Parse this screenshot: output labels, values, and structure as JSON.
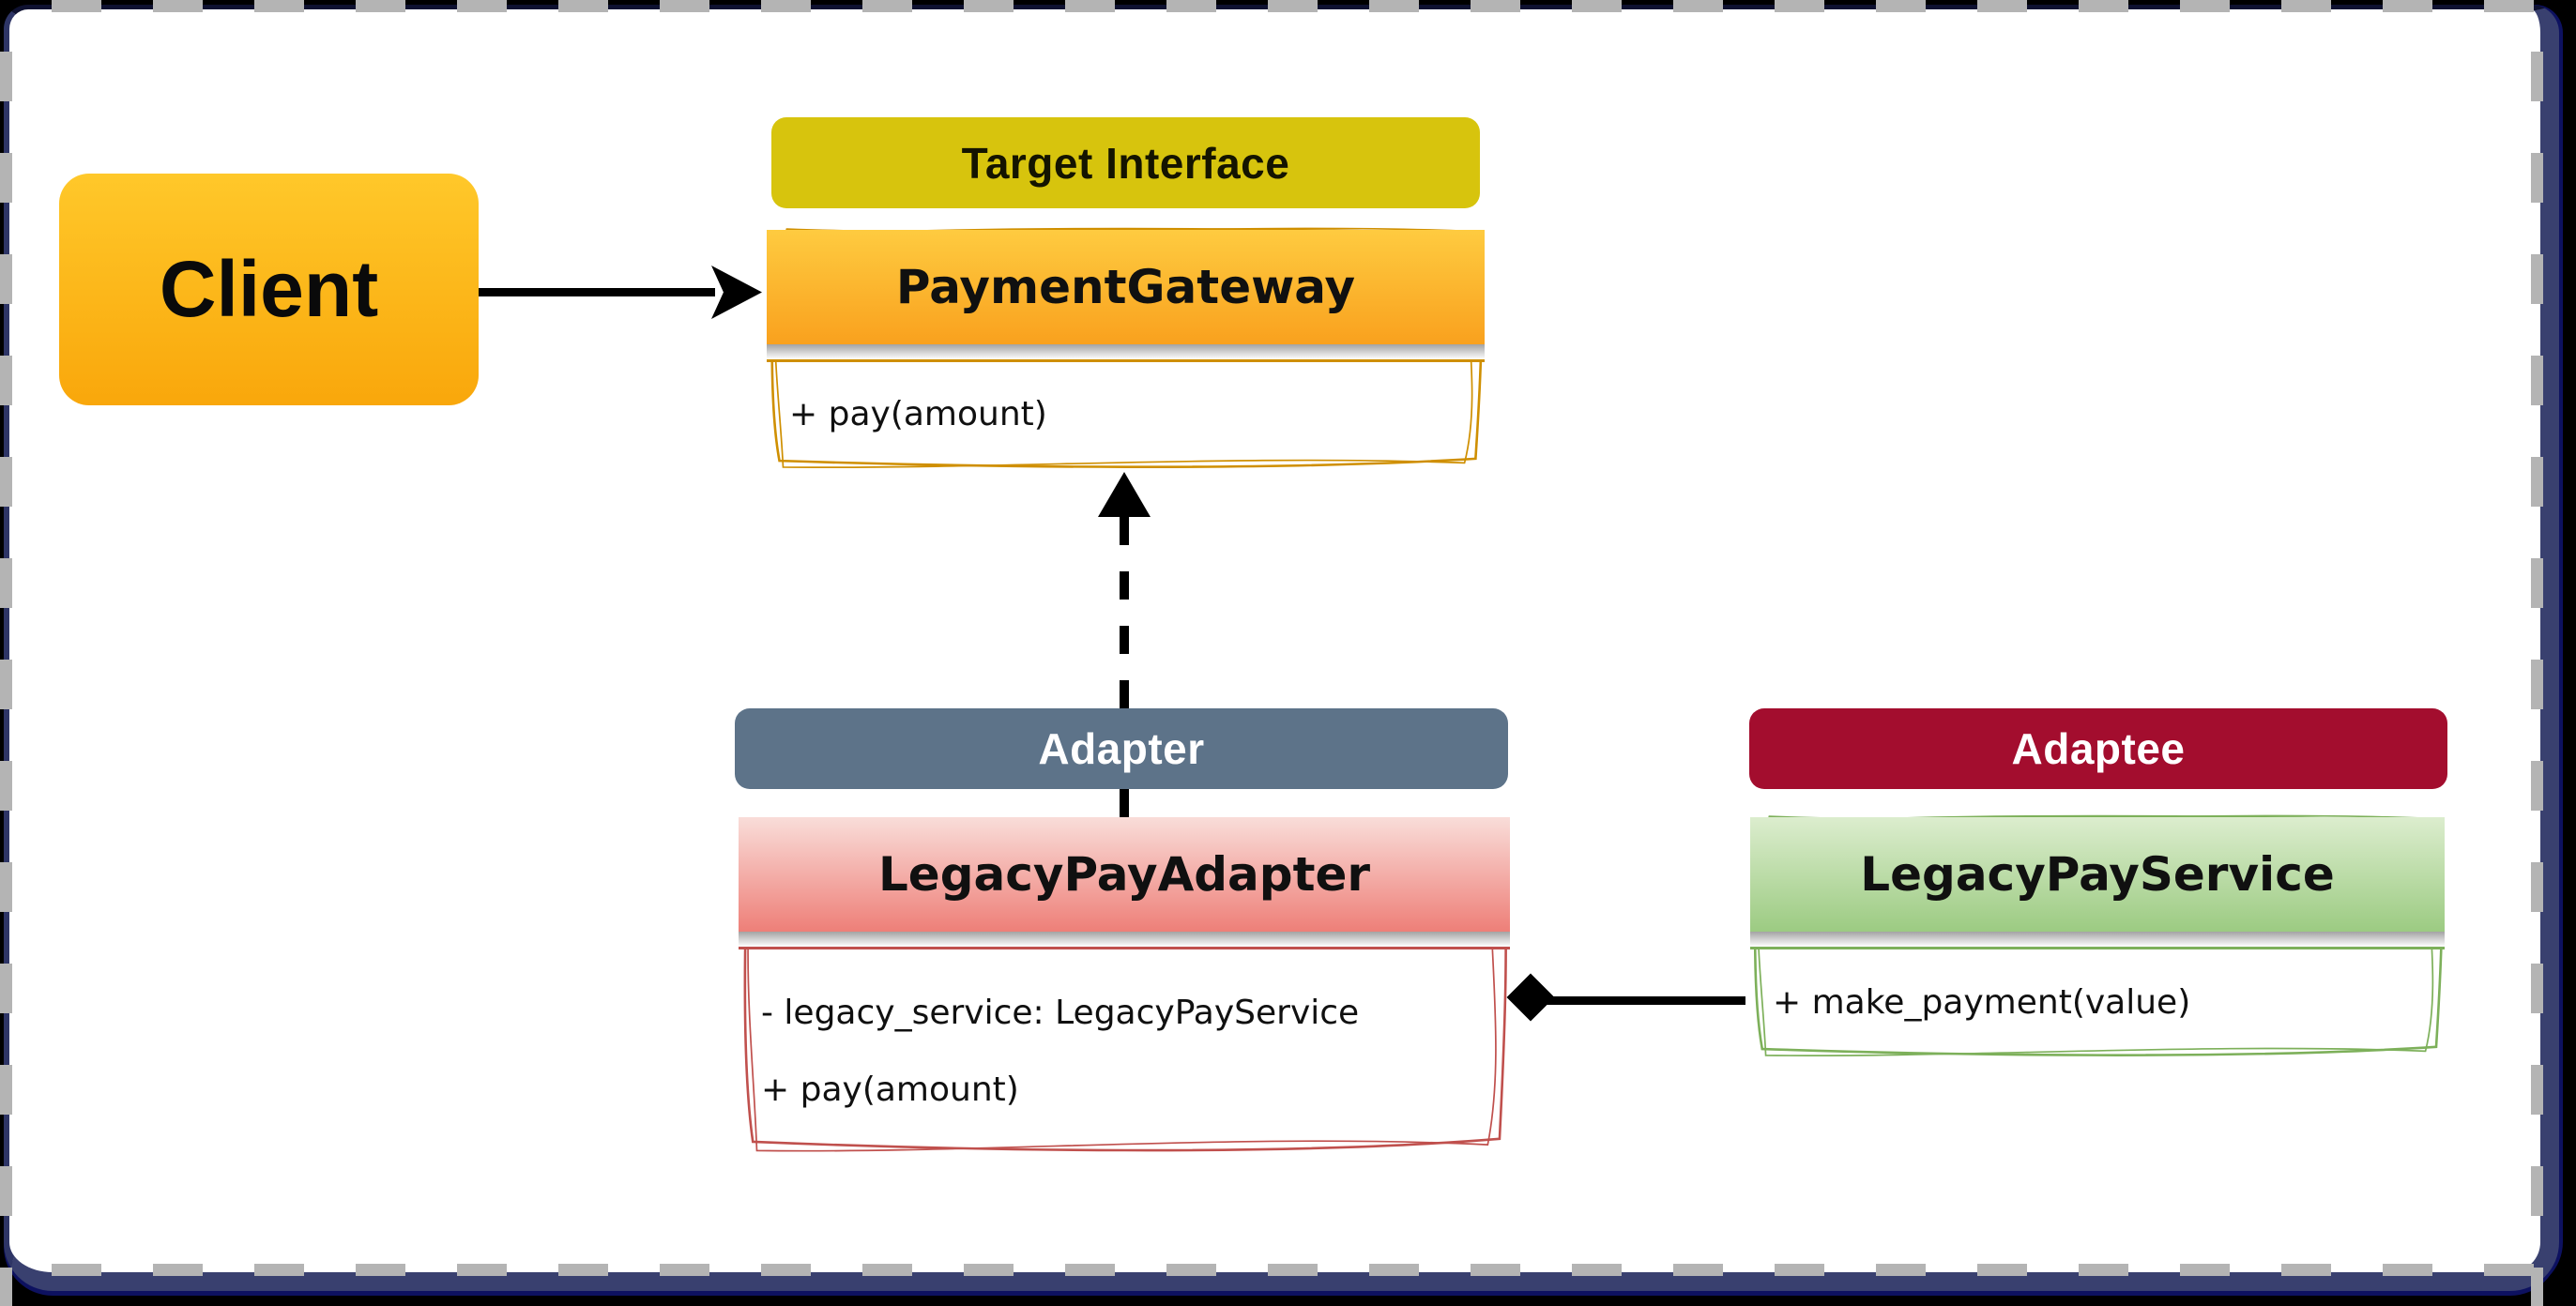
{
  "frame": {
    "outer_background": "#000000",
    "border_color": "#39406F",
    "canvas_color": "#FFFFFF",
    "checker_dash_color": "#B4B4B4"
  },
  "client_node": {
    "label": "Client",
    "fill_top": "#FFC82A",
    "fill_bottom": "#F9A70B"
  },
  "role_labels": {
    "target_interface": {
      "text": "Target Interface",
      "fill": "#D7C40D",
      "text_color": "#141400"
    },
    "adapter": {
      "text": "Adapter",
      "fill": "#5D7389",
      "text_color": "#FFFFFF"
    },
    "adaptee": {
      "text": "Adaptee",
      "fill": "#A30D2E",
      "text_color": "#FFFFFF"
    }
  },
  "classes": {
    "payment_gateway": {
      "name": "PaymentGateway",
      "members": [
        "+ pay(amount)"
      ],
      "border_color": "#CF8F00",
      "header_top": "#FECB40",
      "header_bottom": "#F9A11E"
    },
    "legacy_pay_adapter": {
      "name": "LegacyPayAdapter",
      "members": [
        "- legacy_service: LegacyPayService",
        "+ pay(amount)"
      ],
      "border_color": "#C0504D",
      "header_top": "#F9DDD9",
      "header_bottom": "#EE7F78"
    },
    "legacy_pay_service": {
      "name": "LegacyPayService",
      "members": [
        "+ make_payment(value)"
      ],
      "border_color": "#7DB05A",
      "header_top": "#DCEDCE",
      "header_bottom": "#9CCB82"
    }
  },
  "relations": {
    "client_to_gateway": {
      "type": "association",
      "style": "solid-arrow"
    },
    "adapter_to_gateway": {
      "type": "realization",
      "style": "dashed-arrow"
    },
    "adapter_to_service": {
      "type": "composition",
      "style": "solid-diamond"
    }
  }
}
